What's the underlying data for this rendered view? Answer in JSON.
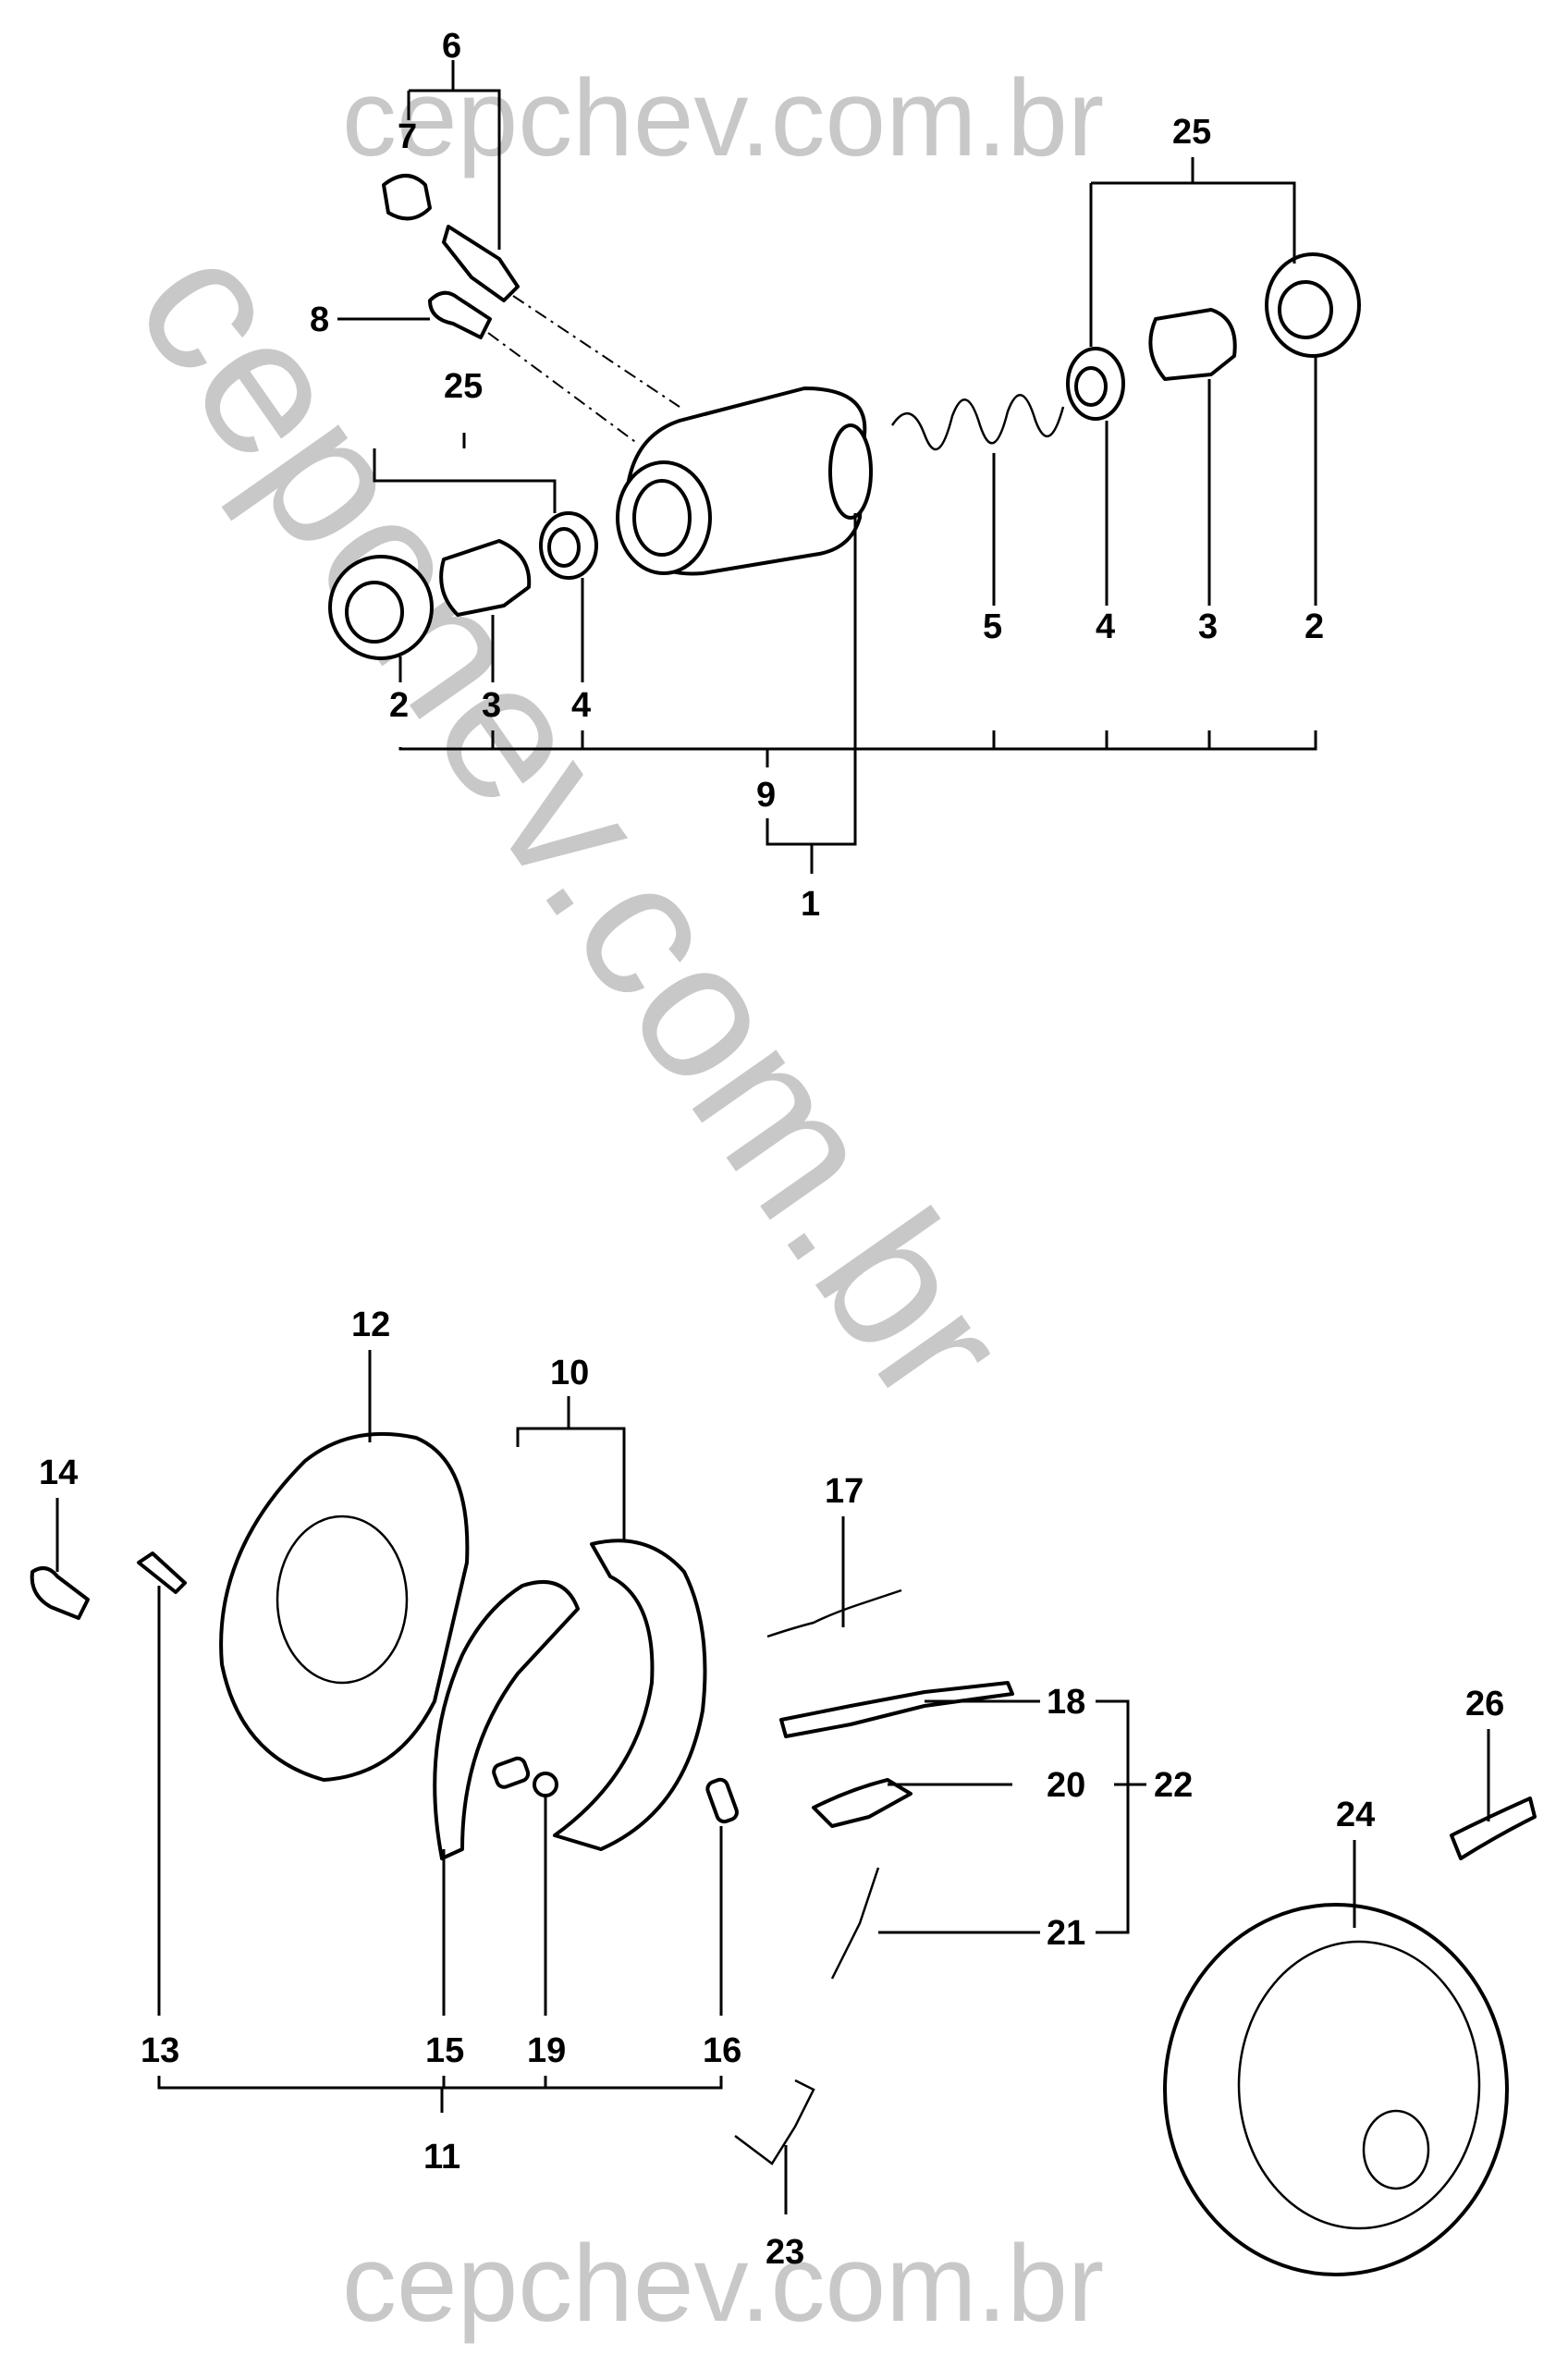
{
  "watermark": {
    "top": "cepchev.com.br",
    "diagonal": "cepchev.com.br",
    "bottom": "cepchev.com.br",
    "color": "#c8c8c8"
  },
  "callouts": {
    "c1": "1",
    "c2a": "2",
    "c2b": "2",
    "c3a": "3",
    "c3b": "3",
    "c4a": "4",
    "c4b": "4",
    "c5": "5",
    "c6": "6",
    "c7": "7",
    "c8": "8",
    "c9": "9",
    "c10": "10",
    "c11": "11",
    "c12": "12",
    "c13": "13",
    "c14": "14",
    "c15": "15",
    "c16": "16",
    "c17": "17",
    "c18": "18",
    "c19": "19",
    "c20": "20",
    "c21": "21",
    "c22": "22",
    "c23": "23",
    "c24": "24",
    "c25a": "25",
    "c25b": "25",
    "c26": "26"
  }
}
